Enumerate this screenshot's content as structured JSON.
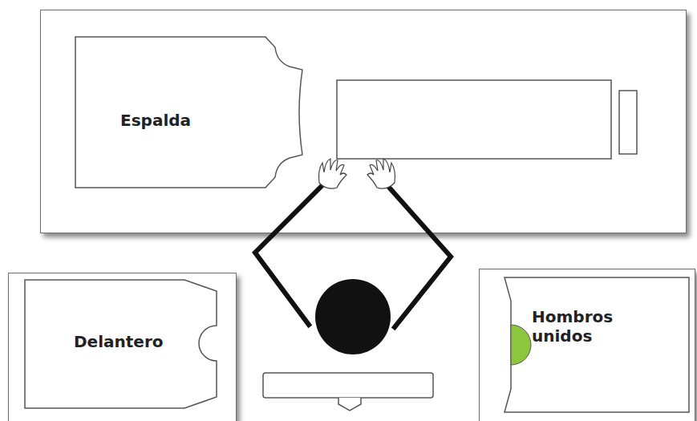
{
  "diagram": {
    "nodes": [
      {
        "text": [
          "Espalda"
        ]
      },
      {
        "text": [
          "Delantero"
        ]
      },
      {
        "text": [
          "Hombros unidos"
        ]
      }
    ]
  }
}
